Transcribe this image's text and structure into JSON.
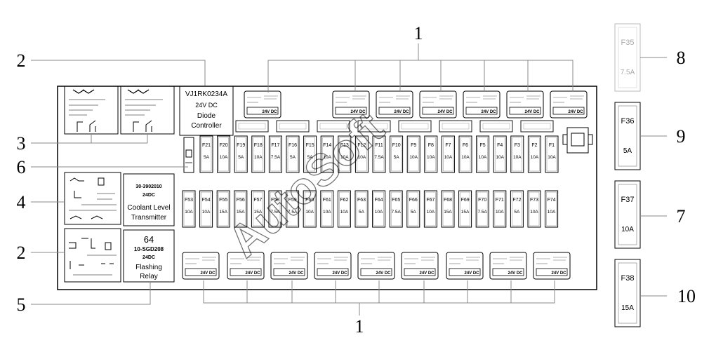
{
  "callouts": {
    "top_1": "1",
    "bottom_1": "1",
    "left_2_top": "2",
    "left_3": "3",
    "left_6": "6",
    "left_4": "4",
    "left_2_bottom": "2",
    "left_5": "5",
    "right_8": "8",
    "right_9": "9",
    "right_7": "7",
    "right_10": "10"
  },
  "diode_controller": {
    "part_no": "VJ1RK0234A",
    "voltage": "24V DC",
    "line1": "Diode",
    "line2": "Controller"
  },
  "coolant_transmitter": {
    "part_no": "30-3902010",
    "voltage": "24DC",
    "line1": "Coolant Level",
    "line2": "Transmitter"
  },
  "flashing_relay": {
    "number": "64",
    "part_no": "10-SGD208",
    "voltage": "24DC",
    "line1": "Flashing",
    "line2": "Relay"
  },
  "fuse_row_1": [
    {
      "id": "F21",
      "amp": "5A"
    },
    {
      "id": "F20",
      "amp": "10A"
    },
    {
      "id": "F19",
      "amp": "5A"
    },
    {
      "id": "F18",
      "amp": "10A"
    },
    {
      "id": "F17",
      "amp": "7.5A"
    },
    {
      "id": "F16",
      "amp": "5A"
    },
    {
      "id": "F15",
      "amp": "5A"
    },
    {
      "id": "F14",
      "amp": "10A"
    },
    {
      "id": "F13",
      "amp": "10A"
    },
    {
      "id": "F12",
      "amp": "10A"
    },
    {
      "id": "F11",
      "amp": "7.5A"
    },
    {
      "id": "F10",
      "amp": "5A"
    },
    {
      "id": "F9",
      "amp": "10A"
    },
    {
      "id": "F8",
      "amp": "10A"
    },
    {
      "id": "F7",
      "amp": "10A"
    },
    {
      "id": "F6",
      "amp": "10A"
    },
    {
      "id": "F5",
      "amp": "10A"
    },
    {
      "id": "F4",
      "amp": "10A"
    },
    {
      "id": "F3",
      "amp": "10A"
    },
    {
      "id": "F2",
      "amp": "10A"
    },
    {
      "id": "F1",
      "amp": "10A"
    }
  ],
  "fuse_row_2": [
    {
      "id": "F53",
      "amp": "10A"
    },
    {
      "id": "F54",
      "amp": "10A"
    },
    {
      "id": "F55",
      "amp": "15A"
    },
    {
      "id": "F56",
      "amp": "15A"
    },
    {
      "id": "F57",
      "amp": "15A"
    },
    {
      "id": "F58",
      "amp": "7.5A"
    },
    {
      "id": "F59",
      "amp": "7.5A"
    },
    {
      "id": "F60",
      "amp": "10A"
    },
    {
      "id": "F61",
      "amp": "10A"
    },
    {
      "id": "F62",
      "amp": "10A"
    },
    {
      "id": "F63",
      "amp": "5A"
    },
    {
      "id": "F64",
      "amp": "10A"
    },
    {
      "id": "F65",
      "amp": "7.5A"
    },
    {
      "id": "F66",
      "amp": "5A"
    },
    {
      "id": "F67",
      "amp": "10A"
    },
    {
      "id": "F68",
      "amp": "15A"
    },
    {
      "id": "F69",
      "amp": "15A"
    },
    {
      "id": "F70",
      "amp": "7.5A"
    },
    {
      "id": "F71",
      "amp": "10A"
    },
    {
      "id": "F72",
      "amp": "5A"
    },
    {
      "id": "F73",
      "amp": "10A"
    },
    {
      "id": "F74",
      "amp": "10A"
    }
  ],
  "side_fuses": [
    {
      "id": "F35",
      "amp": "7.5A"
    },
    {
      "id": "F36",
      "amp": "5A"
    },
    {
      "id": "F37",
      "amp": "10A"
    },
    {
      "id": "F38",
      "amp": "15A"
    }
  ],
  "relay_label": "24V DC",
  "watermark": "AutoSoft"
}
